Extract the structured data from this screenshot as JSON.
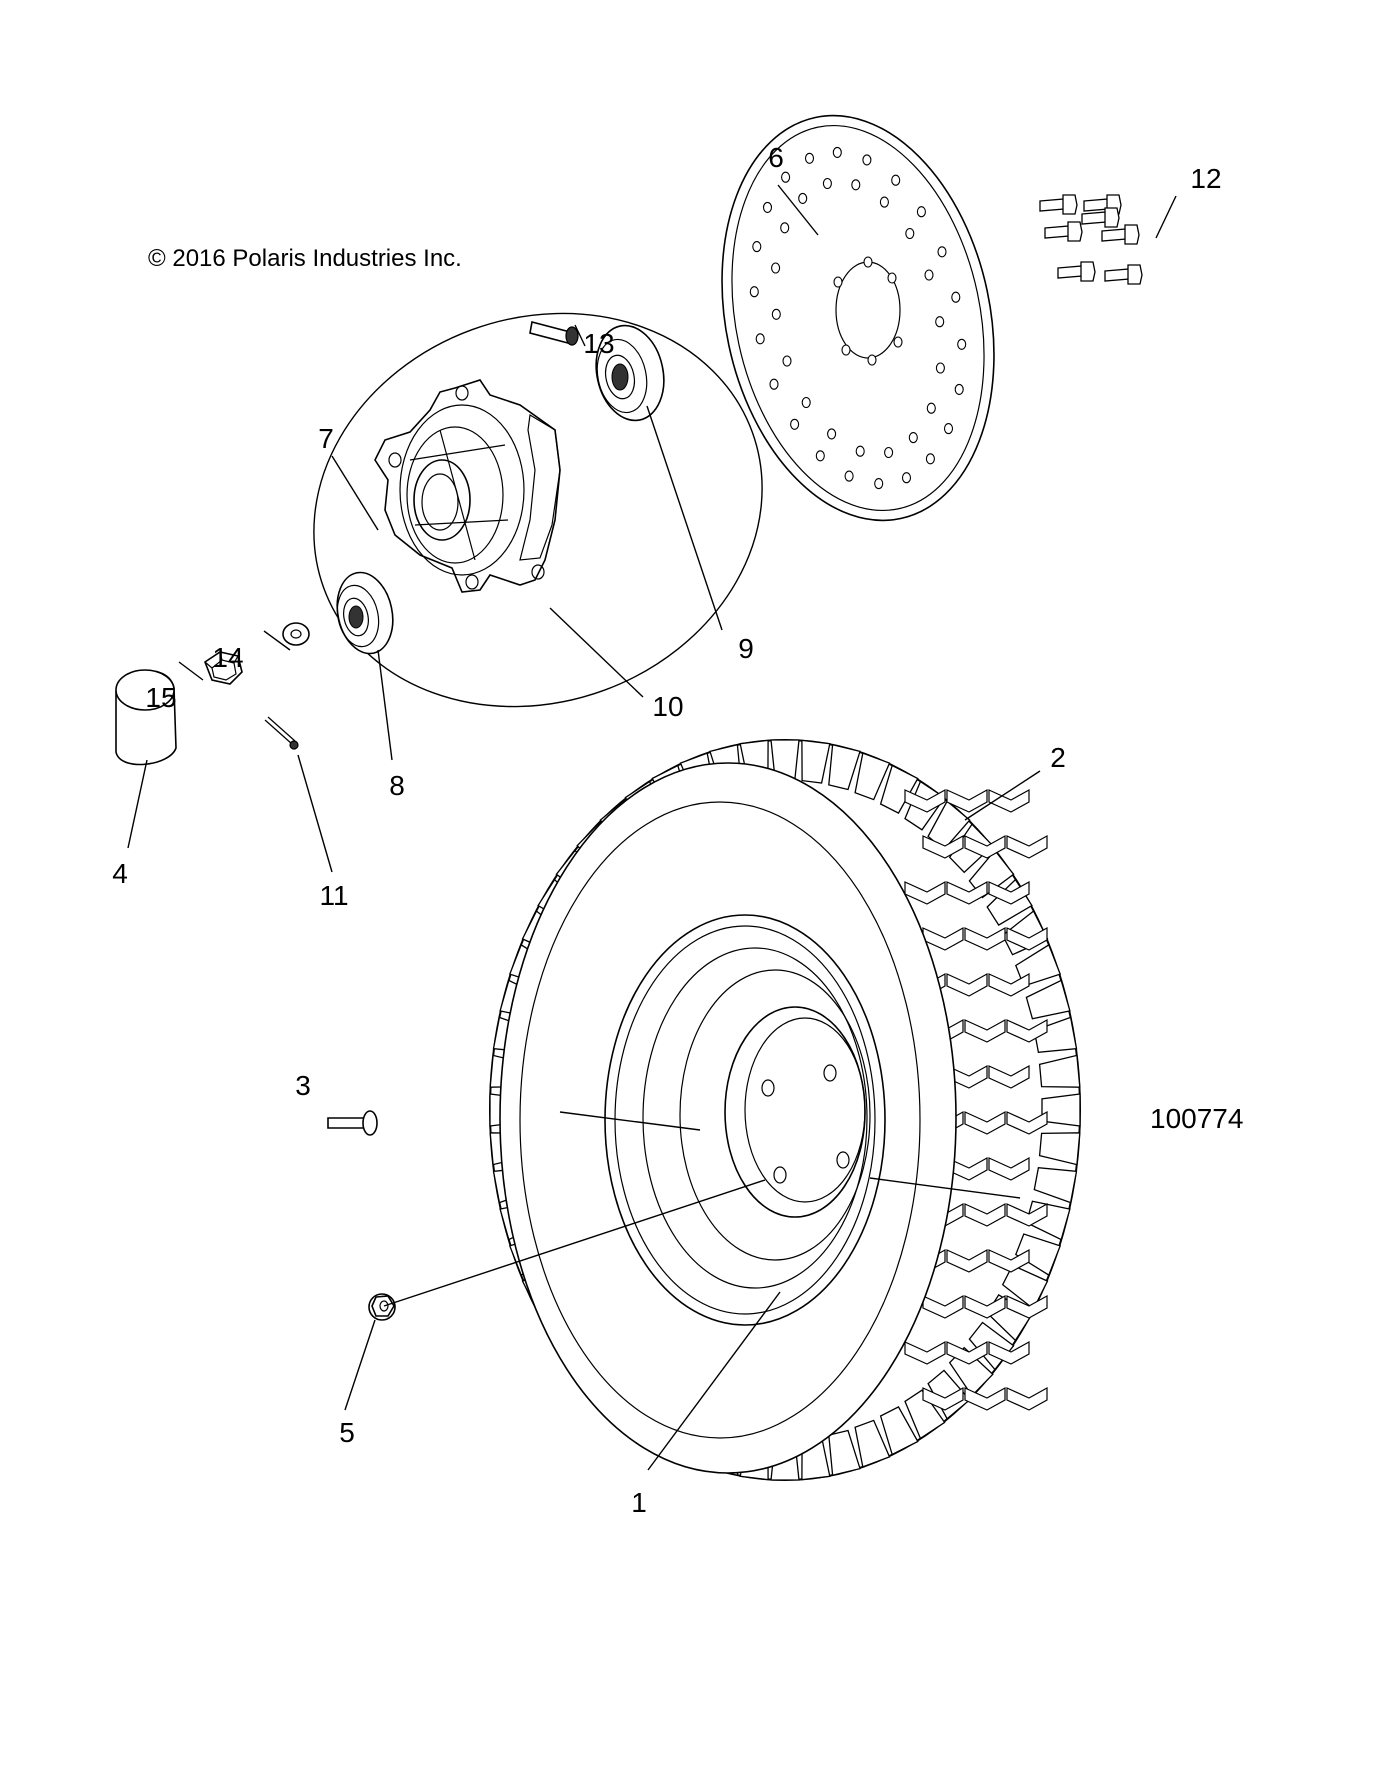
{
  "copyright": "© 2016 Polaris Industries Inc.",
  "figure_id": "100774",
  "callouts": [
    {
      "key": "c1",
      "text": "1"
    },
    {
      "key": "c2",
      "text": "2"
    },
    {
      "key": "c3",
      "text": "3"
    },
    {
      "key": "c4",
      "text": "4"
    },
    {
      "key": "c5",
      "text": "5"
    },
    {
      "key": "c6",
      "text": "6"
    },
    {
      "key": "c7",
      "text": "7"
    },
    {
      "key": "c8",
      "text": "8"
    },
    {
      "key": "c9",
      "text": "9"
    },
    {
      "key": "c10",
      "text": "10"
    },
    {
      "key": "c11",
      "text": "11"
    },
    {
      "key": "c12",
      "text": "12"
    },
    {
      "key": "c13",
      "text": "13"
    },
    {
      "key": "c14",
      "text": "14"
    },
    {
      "key": "c15",
      "text": "15"
    }
  ]
}
